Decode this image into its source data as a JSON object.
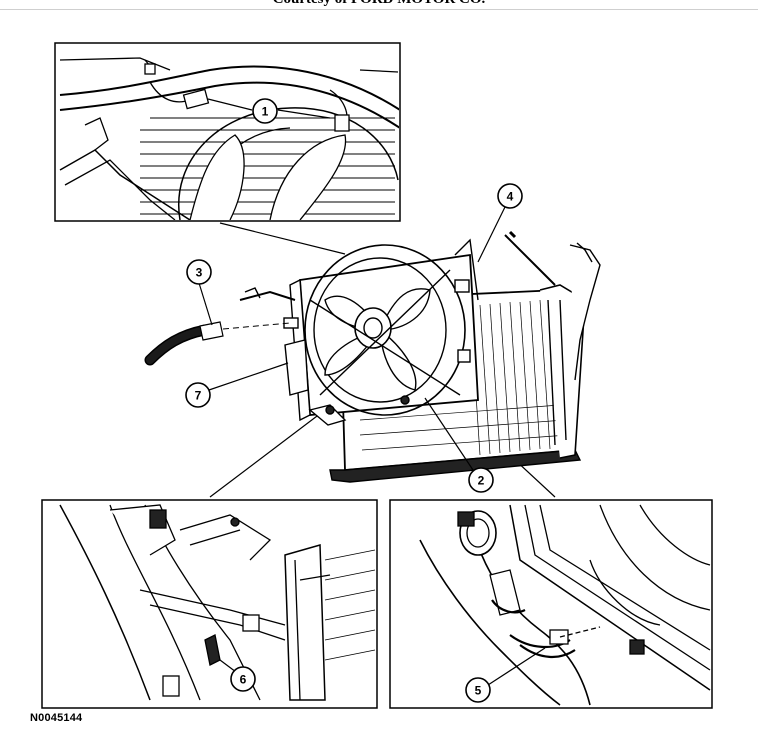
{
  "caption": "Courtesy of FORD MOTOR CO.",
  "figure_id": "N0045144",
  "callouts": {
    "c1": "1",
    "c2": "2",
    "c3": "3",
    "c4": "4",
    "c5": "5",
    "c6": "6",
    "c7": "7"
  }
}
